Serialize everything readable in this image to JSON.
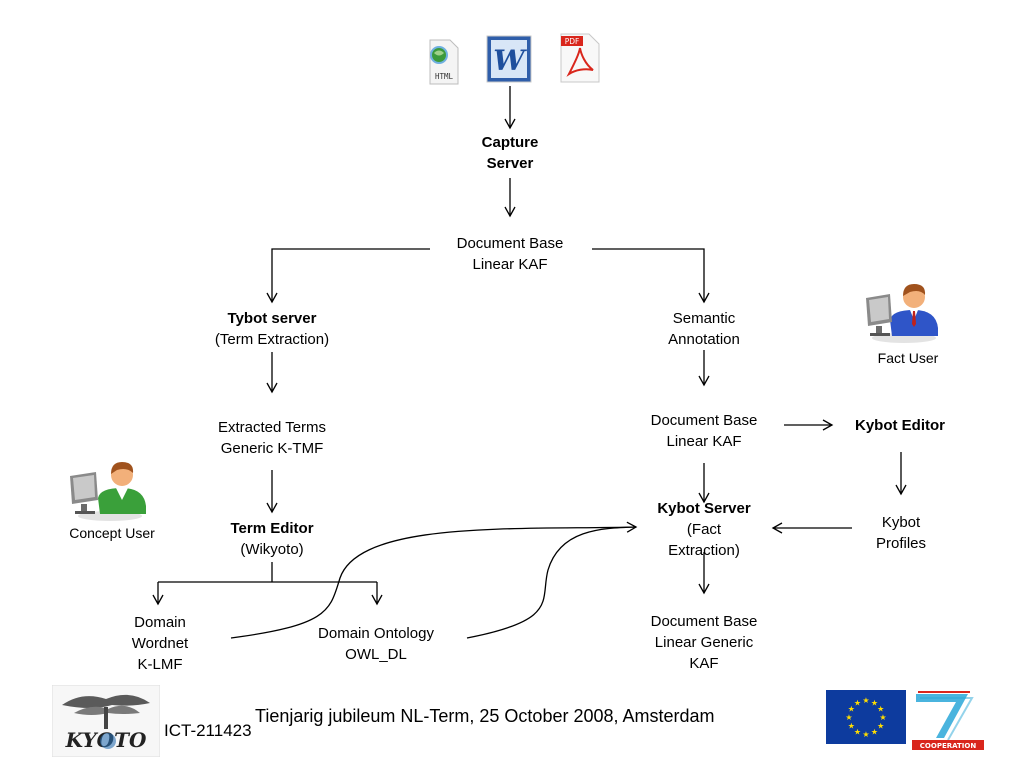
{
  "file_icons": [
    {
      "name": "html-file-icon",
      "caption": "HTML"
    },
    {
      "name": "word-file-icon",
      "caption": "W"
    },
    {
      "name": "pdf-file-icon",
      "caption": "PDF"
    }
  ],
  "nodes": {
    "capture_server": {
      "line1": "Capture",
      "line2": "Server"
    },
    "document_base_top": {
      "line1": "Document Base",
      "line2": "Linear KAF"
    },
    "tybot_server": {
      "line1": "Tybot server",
      "line2": "(Term  Extraction)"
    },
    "semantic_annotation": {
      "line1": "Semantic",
      "line2": "Annotation"
    },
    "extracted_terms": {
      "line1": "Extracted Terms",
      "line2": "Generic K-TMF"
    },
    "document_base_mid": {
      "line1": "Document Base",
      "line2": "Linear KAF"
    },
    "kybot_editor": {
      "line1": "Kybot Editor"
    },
    "term_editor": {
      "line1": "Term Editor",
      "line2": "(Wikyoto)"
    },
    "kybot_server": {
      "line1": "Kybot Server",
      "line2": "(Fact",
      "line3": "Extraction)"
    },
    "kybot_profiles": {
      "line1": "Kybot",
      "line2": "Profiles"
    },
    "domain_wordnet": {
      "line1": "Domain",
      "line2": "Wordnet",
      "line3": "K-LMF"
    },
    "domain_ontology": {
      "line1": "Domain Ontology",
      "line2": "OWL_DL"
    },
    "document_base_bottom": {
      "line1": "Document Base",
      "line2": "Linear  Generic",
      "line3": "KAF"
    }
  },
  "users": {
    "fact_user": "Fact User",
    "concept_user": "Concept User"
  },
  "footer": {
    "project_id": "ICT-211423",
    "event": "Tienjarig jubileum NL-Term, 25 October 2008, Amsterdam",
    "logo_left": "KYOTO",
    "logo_right": "COOPERATION"
  },
  "colors": {
    "eu_blue": "#0d3b9e",
    "eu_star": "#ffdd00",
    "fp7_red": "#d9261c",
    "fp7_blue": "#2aa7d8"
  }
}
